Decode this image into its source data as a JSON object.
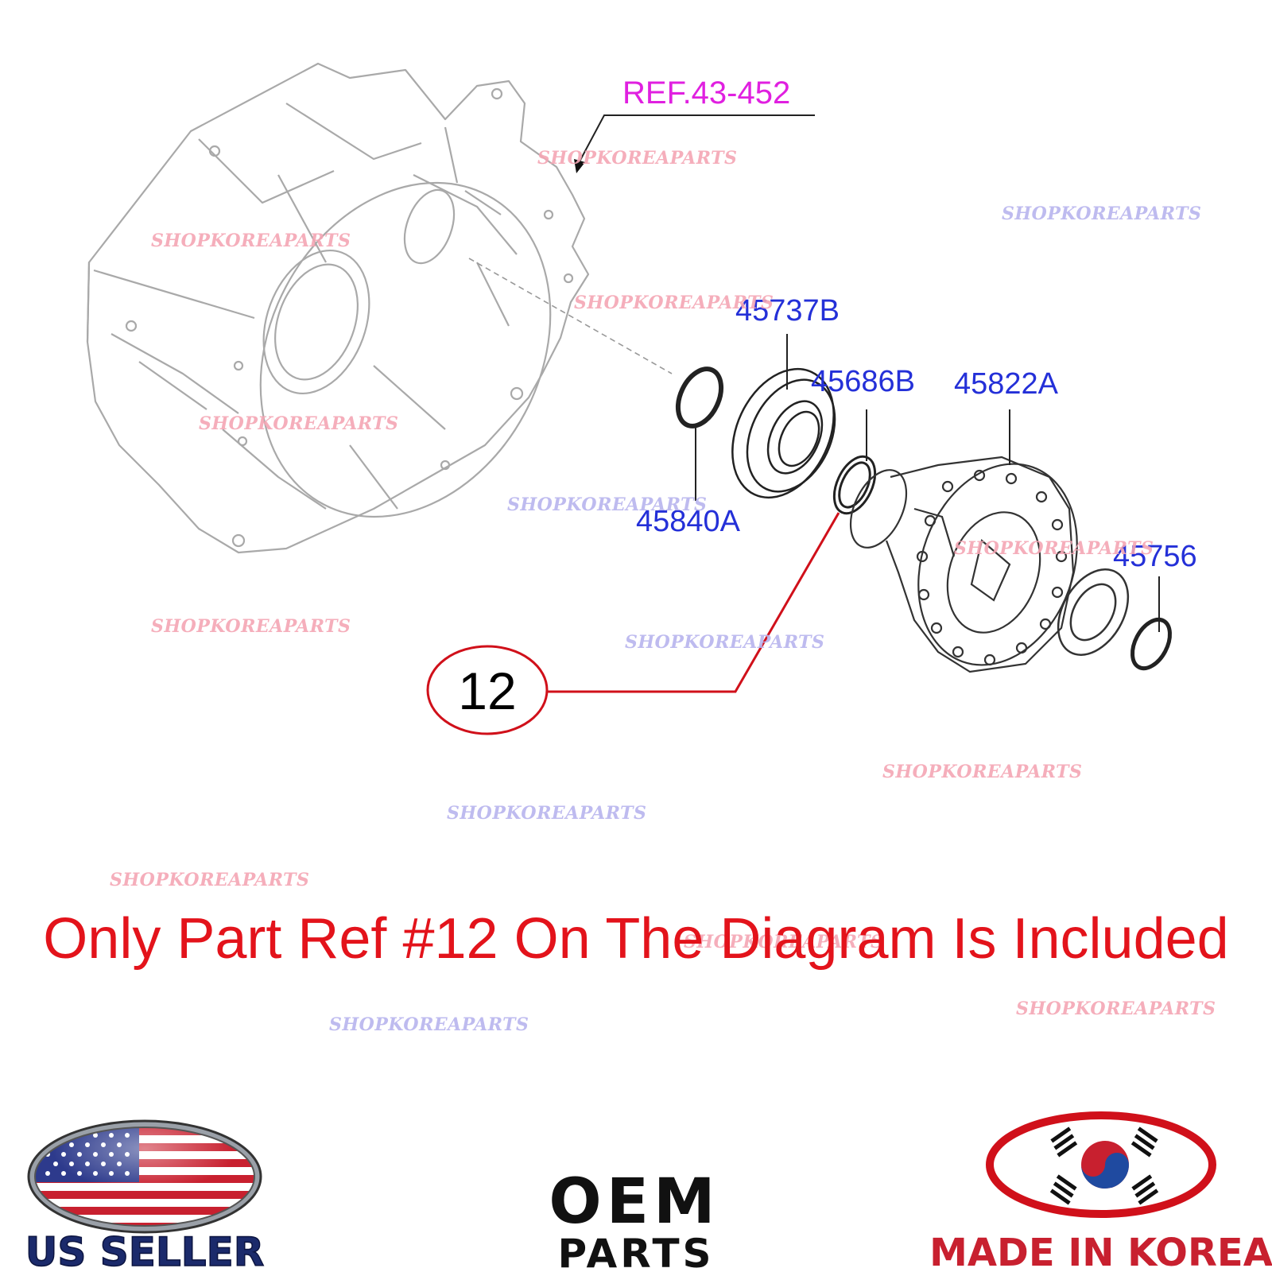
{
  "diagram": {
    "reference_label": "REF.43-452",
    "part_labels": {
      "p45737B": "45737B",
      "p45686B": "45686B",
      "p45822A": "45822A",
      "p45840A": "45840A",
      "p45756": "45756"
    },
    "callout_number": "12",
    "watermark": "SHOPKOREAPARTS"
  },
  "notice": "Only Part Ref #12 On The Diagram Is Included",
  "badges": {
    "us_seller": "US SELLER",
    "oem_line1": "OEM",
    "oem_line2": "PARTS",
    "made_in_korea": "MADE IN KOREA"
  },
  "colors": {
    "part_label": "#2430d8",
    "reference_label": "#e020e0",
    "callout": "#d0101a",
    "notice": "#e3131b",
    "watermark_pink": "#f4a6b4",
    "watermark_lavender": "#b8b4ee"
  }
}
